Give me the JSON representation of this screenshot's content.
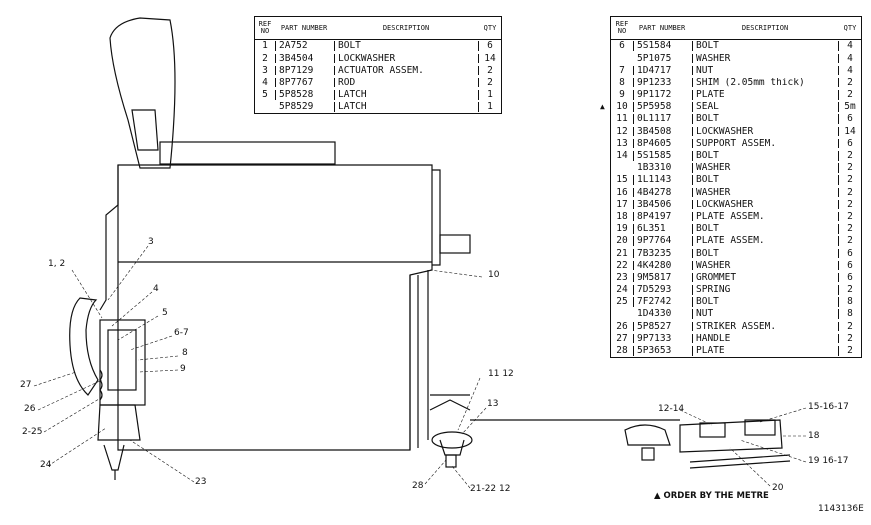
{
  "table_left": {
    "headers": {
      "ref": "REF NO",
      "part": "PART NUMBER",
      "desc": "DESCRIPTION",
      "qty": "QTY"
    },
    "rows": [
      {
        "ref": "1",
        "part": "2A752",
        "desc": "BOLT",
        "qty": "6"
      },
      {
        "ref": "2",
        "part": "3B4504",
        "desc": "LOCKWASHER",
        "qty": "14"
      },
      {
        "ref": "3",
        "part": "8P7129",
        "desc": "ACTUATOR  ASSEM.",
        "qty": "2"
      },
      {
        "ref": "4",
        "part": "8P7767",
        "desc": "ROD",
        "qty": "2"
      },
      {
        "ref": "5",
        "part": "5P8528",
        "desc": "LATCH",
        "qty": "1"
      },
      {
        "ref": "",
        "part": "5P8529",
        "desc": "LATCH",
        "qty": "1"
      }
    ]
  },
  "table_right": {
    "headers": {
      "ref": "REF NO",
      "part": "PART NUMBER",
      "desc": "DESCRIPTION",
      "qty": "QTY"
    },
    "rows": [
      {
        "ref": "6",
        "part": "5S1584",
        "desc": "BOLT",
        "qty": "4"
      },
      {
        "ref": "",
        "part": "5P1075",
        "desc": "WASHER",
        "qty": "4"
      },
      {
        "ref": "7",
        "part": "1D4717",
        "desc": "NUT",
        "qty": "4"
      },
      {
        "ref": "8",
        "part": "9P1233",
        "desc": "SHIM (2.05mm thick)",
        "qty": "2"
      },
      {
        "ref": "9",
        "part": "9P1172",
        "desc": "PLATE",
        "qty": "2"
      },
      {
        "ref": "10",
        "part": "5P5958",
        "desc": "SEAL",
        "qty": "5m",
        "flag": true
      },
      {
        "ref": "11",
        "part": "0L1117",
        "desc": "BOLT",
        "qty": "6"
      },
      {
        "ref": "12",
        "part": "3B4508",
        "desc": "LOCKWASHER",
        "qty": "14"
      },
      {
        "ref": "13",
        "part": "8P4605",
        "desc": "SUPPORT  ASSEM.",
        "qty": "6"
      },
      {
        "ref": "14",
        "part": "5S1585",
        "desc": "BOLT",
        "qty": "2"
      },
      {
        "ref": "",
        "part": "1B3310",
        "desc": "WASHER",
        "qty": "2"
      },
      {
        "ref": "15",
        "part": "1L1143",
        "desc": "BOLT",
        "qty": "2"
      },
      {
        "ref": "16",
        "part": "4B4278",
        "desc": "WASHER",
        "qty": "2"
      },
      {
        "ref": "17",
        "part": "3B4506",
        "desc": "LOCKWASHER",
        "qty": "2"
      },
      {
        "ref": "18",
        "part": "8P4197",
        "desc": "PLATE  ASSEM.",
        "qty": "2"
      },
      {
        "ref": "19",
        "part": "6L351",
        "desc": "BOLT",
        "qty": "2"
      },
      {
        "ref": "20",
        "part": "9P7764",
        "desc": "PLATE  ASSEM.",
        "qty": "2"
      },
      {
        "ref": "21",
        "part": "7B3235",
        "desc": "BOLT",
        "qty": "6"
      },
      {
        "ref": "22",
        "part": "4K4280",
        "desc": "WASHER",
        "qty": "6"
      },
      {
        "ref": "23",
        "part": "9M5817",
        "desc": "GROMMET",
        "qty": "6"
      },
      {
        "ref": "24",
        "part": "7D5293",
        "desc": "SPRING",
        "qty": "2"
      },
      {
        "ref": "25",
        "part": "7F2742",
        "desc": "BOLT",
        "qty": "8"
      },
      {
        "ref": "",
        "part": "1D4330",
        "desc": "NUT",
        "qty": "8"
      },
      {
        "ref": "26",
        "part": "5P8527",
        "desc": "STRIKER  ASSEM.",
        "qty": "2"
      },
      {
        "ref": "27",
        "part": "9P7133",
        "desc": "HANDLE",
        "qty": "2"
      },
      {
        "ref": "28",
        "part": "5P3653",
        "desc": "PLATE",
        "qty": "2"
      }
    ]
  },
  "callouts": {
    "c12": "1, 2",
    "c3": "3",
    "c4": "4",
    "c5": "5",
    "c67": "6-7",
    "c8": "8",
    "c9": "9",
    "c10": "10",
    "c27": "27",
    "c26": "26",
    "c225": "2-25",
    "c24": "24",
    "c23": "23",
    "c1112": "11  12",
    "c13": "13",
    "c28": "28",
    "c212212": "21-22  12",
    "c1214": "12-14",
    "c151617": "15-16-17",
    "c18": "18",
    "c191617": "19  16-17",
    "c20": "20"
  },
  "footnote": "▲ ORDER BY THE METRE",
  "figure_number": "1143136E",
  "flag_symbol": "▲"
}
